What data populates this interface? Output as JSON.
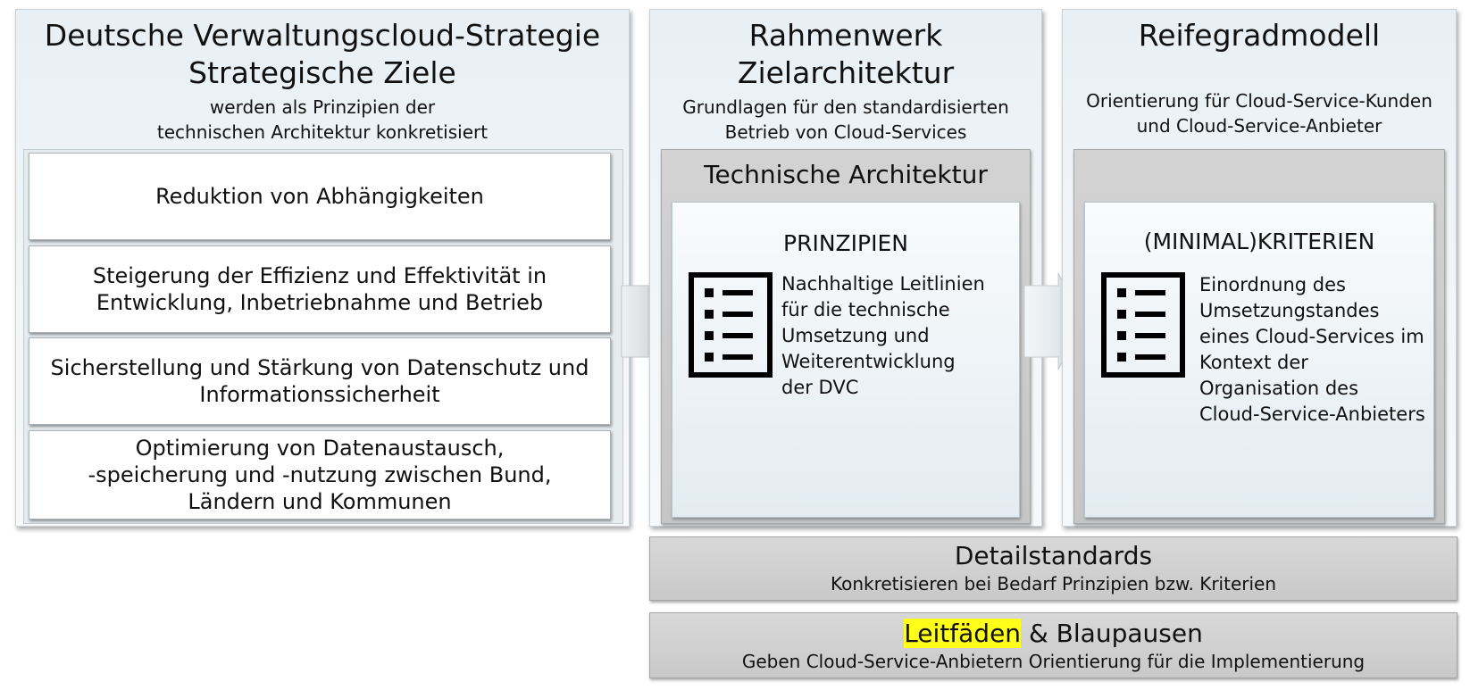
{
  "strategy": {
    "title_line1": "Deutsche Verwaltungscloud-Strategie",
    "title_line2": "Strategische Ziele",
    "subtitle_line1": "werden als Prinzipien der",
    "subtitle_line2": "technischen Architektur konkretisiert",
    "goals": [
      {
        "line1": "Reduktion von Abhängigkeiten",
        "line2": "",
        "line3": ""
      },
      {
        "line1": "Steigerung der Effizienz und Effektivität in",
        "line2": "Entwicklung, Inbetriebnahme und Betrieb",
        "line3": ""
      },
      {
        "line1": "Sicherstellung und Stärkung von Datenschutz und",
        "line2": "Informationssicherheit",
        "line3": ""
      },
      {
        "line1": "Optimierung von Datenaustausch,",
        "line2": "-speicherung und -nutzung zwischen Bund,",
        "line3": "Ländern und Kommunen"
      }
    ]
  },
  "framework": {
    "title_line1": "Rahmenwerk",
    "title_line2": "Zielarchitektur",
    "subtitle_line1": "Grundlagen für den standardisierten",
    "subtitle_line2": "Betrieb von Cloud-Services",
    "box_title": "Technische Architektur",
    "inner_title": "PRINZIPIEN",
    "inner_lines": [
      "Nachhaltige Leitlinien",
      "für die technische",
      "Umsetzung und",
      "Weiterentwicklung",
      "der DVC"
    ]
  },
  "maturity": {
    "title": "Reifegradmodell",
    "subtitle_line1": "Orientierung für Cloud-Service-Kunden",
    "subtitle_line2": "und Cloud-Service-Anbieter",
    "inner_title": "(MINIMAL)KRITERIEN",
    "inner_lines": [
      "Einordnung des",
      "Umsetzungstandes",
      "eines Cloud-Services im",
      "Kontext der",
      "Organisation des",
      "Cloud-Service-Anbieters"
    ]
  },
  "details": {
    "title": "Detailstandards",
    "subtitle": "Konkretisieren bei Bedarf Prinzipien bzw. Kriterien"
  },
  "guides": {
    "title_highlight": "Leitfäden",
    "title_rest": " & Blaupausen",
    "subtitle": "Geben Cloud-Service-Anbietern Orientierung für die Implementierung",
    "highlight_color": "#ffff1a"
  },
  "icons": [
    "list-icon",
    "arrow-right-icon"
  ]
}
